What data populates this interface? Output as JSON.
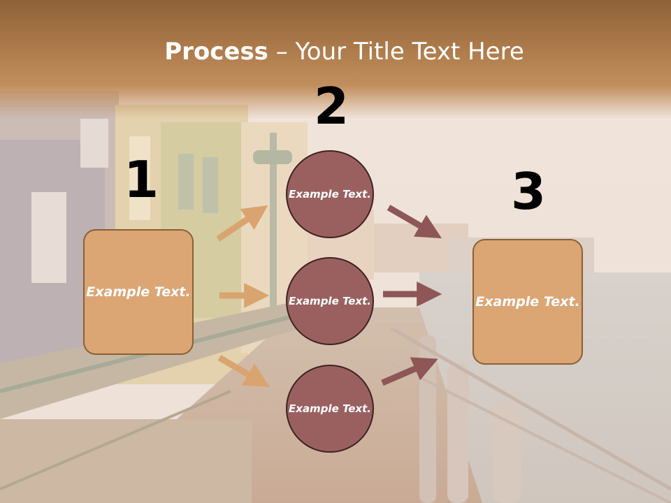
{
  "slide": {
    "title_bold": "Process",
    "title_rest": " – Your Title Text Here"
  },
  "steps": {
    "one": {
      "number": "1",
      "box_text": "Example Text."
    },
    "two": {
      "number": "2",
      "circles": [
        {
          "text": "Example Text."
        },
        {
          "text": "Example Text."
        },
        {
          "text": "Example Text."
        }
      ]
    },
    "three": {
      "number": "3",
      "box_text": "Example Text."
    }
  },
  "colors": {
    "header": "#b07d4d",
    "box_fill": "#dba574",
    "box_border": "#8a6036",
    "circle_fill": "#9a6060",
    "circle_border": "#3f2222",
    "arrow_left": "#d9a46f",
    "arrow_right": "#8e5656"
  }
}
